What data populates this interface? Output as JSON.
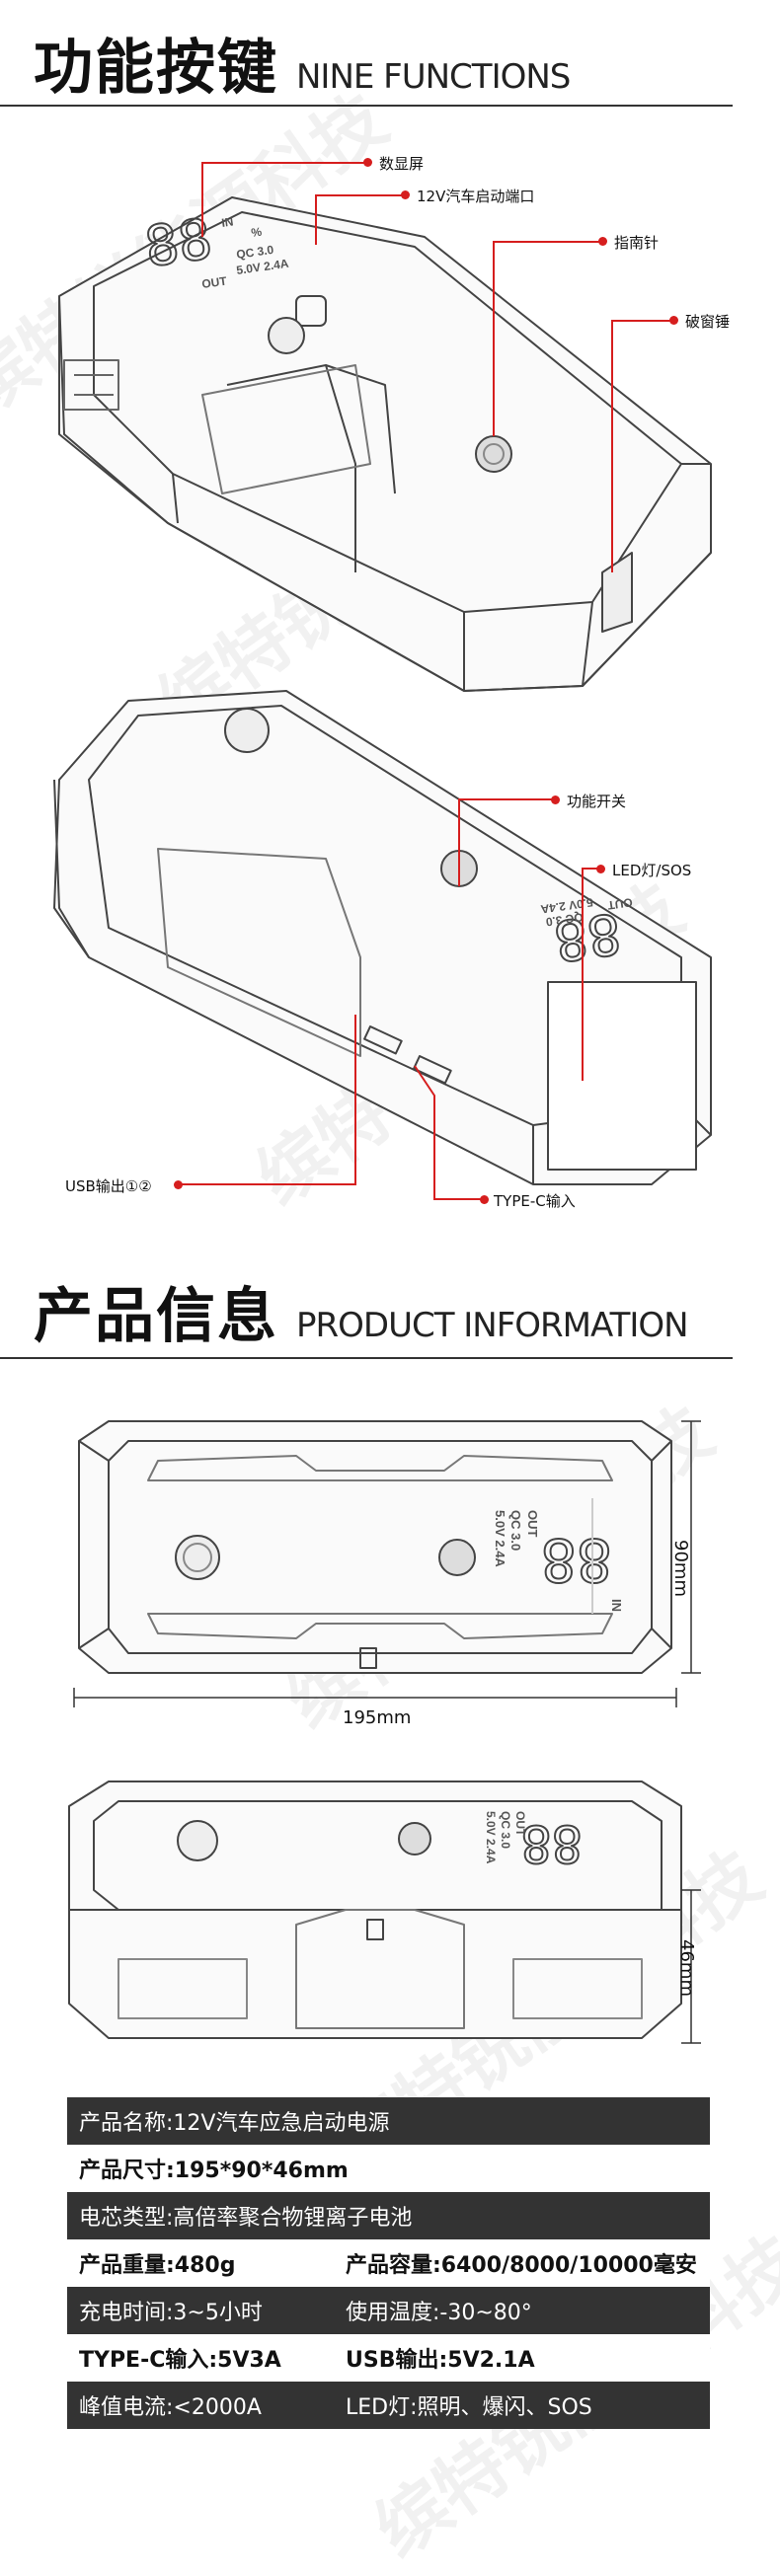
{
  "watermark": "缤特锐能源科技",
  "functions": {
    "title_zh": "功能按键",
    "title_en": "NINE FUNCTIONS",
    "callouts": {
      "display": "数显屏",
      "car_port": "12V汽车启动端口",
      "compass": "指南针",
      "hammer": "破窗锤",
      "switch": "功能开关",
      "led": "LED灯/SOS",
      "usb": "USB输出①②",
      "typec": "TYPE-C输入"
    }
  },
  "product": {
    "title_zh": "产品信息",
    "title_en": "PRODUCT INFORMATION",
    "dims": {
      "width": "195mm",
      "depth": "90mm",
      "height": "46mm"
    }
  },
  "device_text": {
    "out": "OUT",
    "qc": "QC 3.0",
    "out_spec": "5.0V 2.4A",
    "in": "IN",
    "pct": "%"
  },
  "specs": [
    {
      "style": "dark",
      "c1": "产品名称:12V汽车应急启动电源",
      "c2": ""
    },
    {
      "style": "light",
      "c1": "产品尺寸:195*90*46mm",
      "c2": ""
    },
    {
      "style": "dark",
      "c1": "电芯类型:高倍率聚合物锂离子电池",
      "c2": ""
    },
    {
      "style": "light",
      "c1": "产品重量:480g",
      "c2": "产品容量:6400/8000/10000毫安"
    },
    {
      "style": "dark",
      "c1": "充电时间:3~5小时",
      "c2": "使用温度:-30~80°"
    },
    {
      "style": "light",
      "c1": "TYPE-C输入:5V3A",
      "c2": "USB输出:5V2.1A"
    },
    {
      "style": "dark",
      "c1": "峰值电流:<2000A",
      "c2": "LED灯:照明、爆闪、SOS"
    }
  ],
  "colors": {
    "accent": "#d61e1e",
    "dark_row": "#333333"
  }
}
